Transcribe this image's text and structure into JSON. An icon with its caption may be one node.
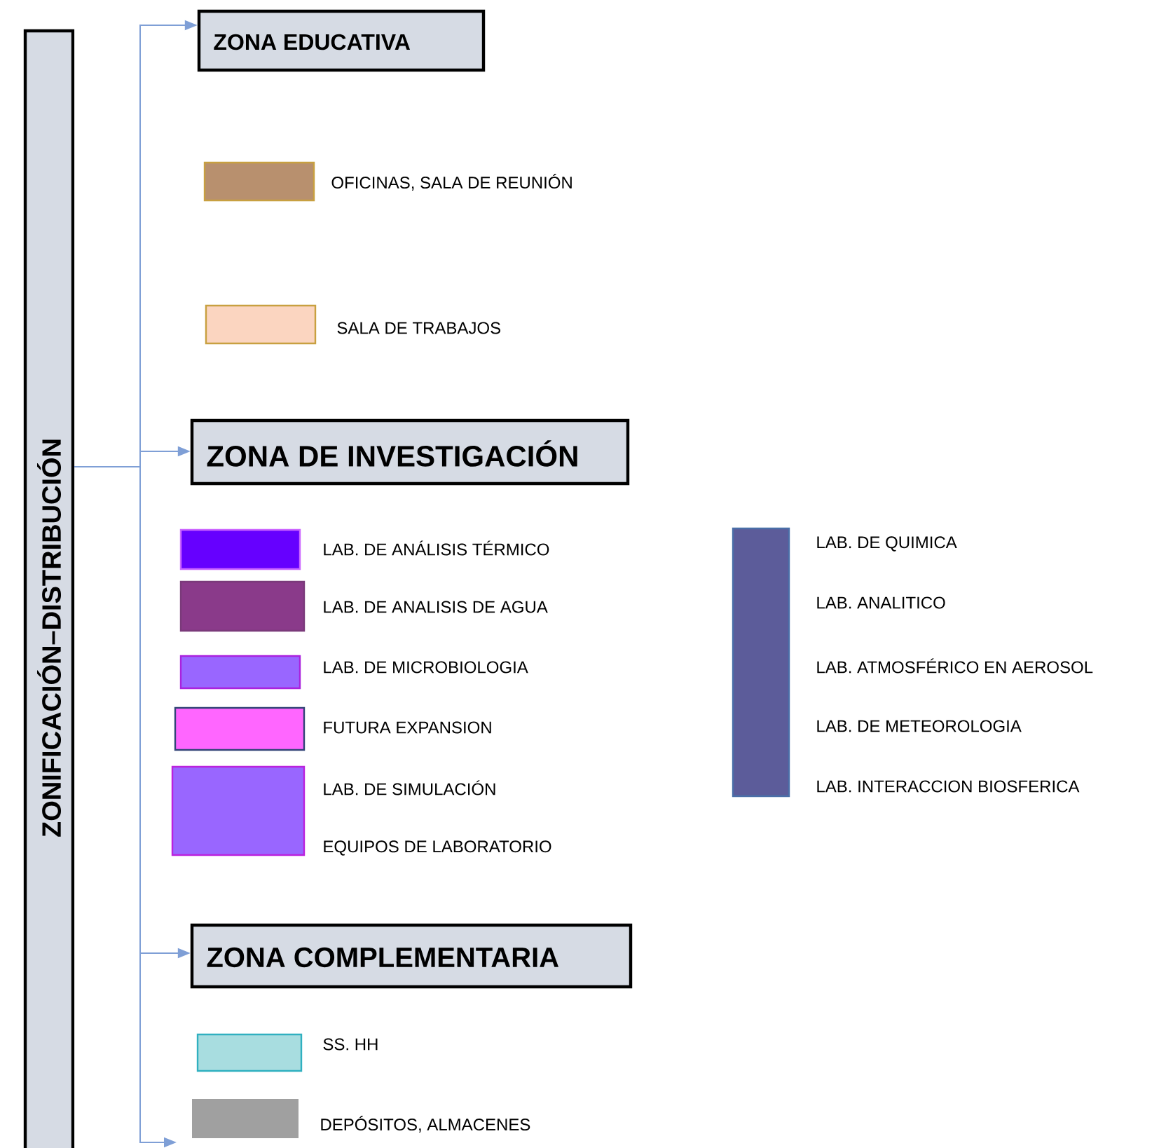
{
  "diagram": {
    "nodes": [
      {
        "text": [
          "ZONIFICACIÓN–DISTRIBUCIÓN"
        ]
      },
      {
        "text": [
          "ZONA EDUCATIVA"
        ]
      },
      {
        "text": [
          "ZONA DE INVESTIGACIÓN"
        ]
      },
      {
        "text": [
          "ZONA COMPLEMENTARIA"
        ]
      }
    ],
    "edges": [
      {
        "from": 0,
        "to": 1,
        "arrow": "to"
      },
      {
        "from": 0,
        "to": 2,
        "arrow": "to"
      },
      {
        "from": 0,
        "to": 3,
        "arrow": "to"
      },
      {
        "from": 0,
        "to": null,
        "arrow": "to"
      }
    ],
    "legend": [
      {
        "text": "OFICINAS, SALA DE REUNIÓN",
        "color": "#b8906e"
      },
      {
        "text": "SALA DE TRABAJOS",
        "color": "#fbd5c0"
      },
      {
        "text": "LAB. DE ANÁLISIS TÉRMICO",
        "color": "#6600ff"
      },
      {
        "text": "LAB. DE ANALISIS DE AGUA",
        "color": "#8a3a8a"
      },
      {
        "text": "LAB. DE MICROBIOLOGIA",
        "color": "#9966ff"
      },
      {
        "text": "FUTURA EXPANSION",
        "color": "#ff66ff"
      },
      {
        "text": "LAB. DE SIMULACIÓN",
        "color": "#9966ff"
      },
      {
        "text": "EQUIPOS DE LABORATORIO",
        "color": "#9966ff"
      },
      {
        "text": "LAB. DE QUIMICA",
        "color": "#5c5c9a"
      },
      {
        "text": "LAB. ANALITICO",
        "color": "#5c5c9a"
      },
      {
        "text": "LAB. ATMOSFÉRICO EN AEROSOL",
        "color": "#5c5c9a"
      },
      {
        "text": "LAB. DE METEOROLOGIA",
        "color": "#5c5c9a"
      },
      {
        "text": "LAB. INTERACCION BIOSFERICA",
        "color": "#5c5c9a"
      },
      {
        "text": "SS. HH",
        "color": "#a8dde0"
      },
      {
        "text": "DEPÓSITOS, ALMACENES",
        "color": "#a0a0a0"
      }
    ]
  }
}
